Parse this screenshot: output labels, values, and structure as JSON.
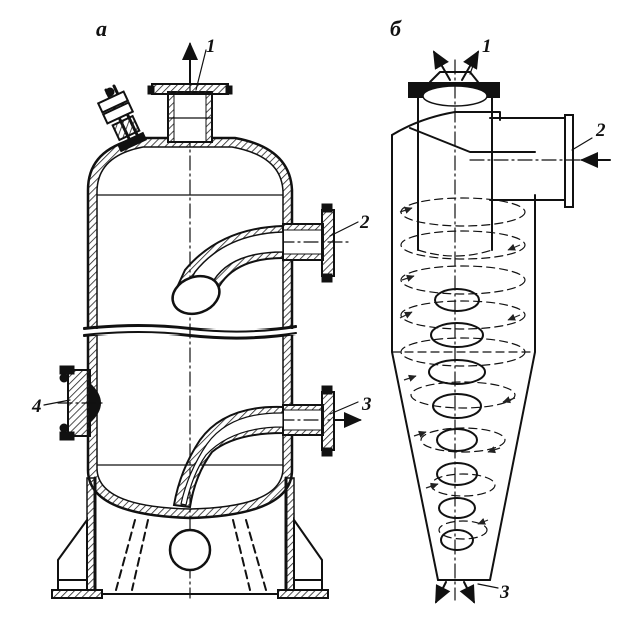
{
  "panels": {
    "left": {
      "letter": "а"
    },
    "right": {
      "letter": "б"
    }
  },
  "labels": {
    "left": [
      "1",
      "2",
      "3",
      "4"
    ],
    "right": [
      "1",
      "2",
      "3"
    ]
  },
  "colors": {
    "ink": "#111111",
    "hatch": "#222222",
    "background": "#ffffff"
  }
}
